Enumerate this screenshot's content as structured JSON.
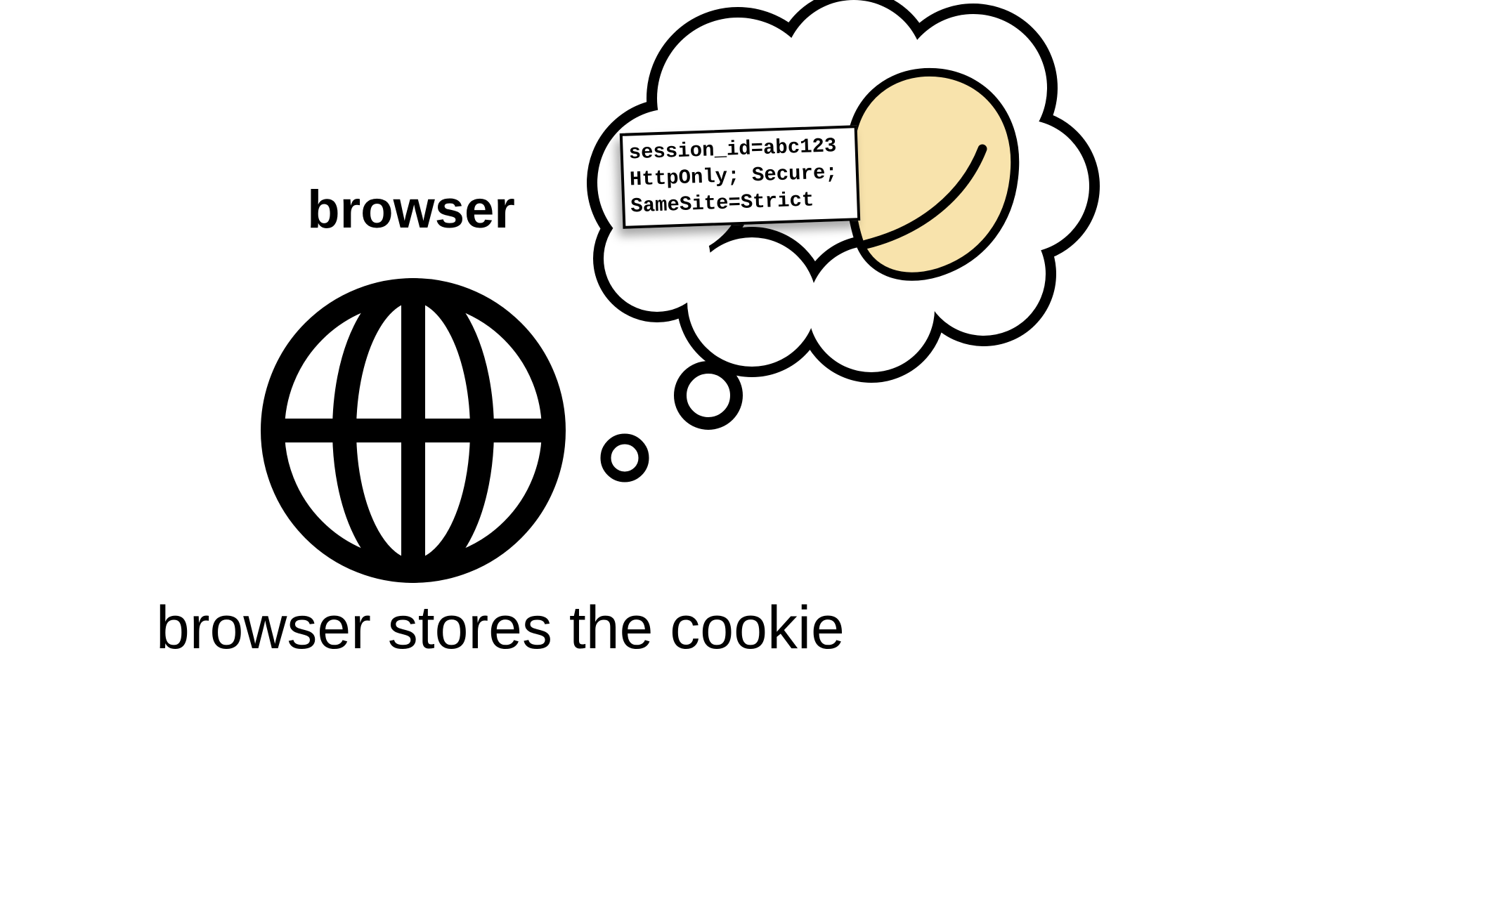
{
  "diagram": {
    "browser_label": "browser",
    "caption": "browser stores the cookie",
    "note": {
      "lines": [
        "session_id=abc123",
        "HttpOnly; Secure;",
        "SameSite=Strict"
      ]
    },
    "icons": {
      "globe": "globe-icon",
      "thought_bubble": "thought-bubble-cloud",
      "cookie": "fortune-cookie-icon"
    },
    "colors": {
      "cookie_fill": "#F8E3AC",
      "outline": "#000000",
      "background": "#FFFFFF"
    }
  }
}
